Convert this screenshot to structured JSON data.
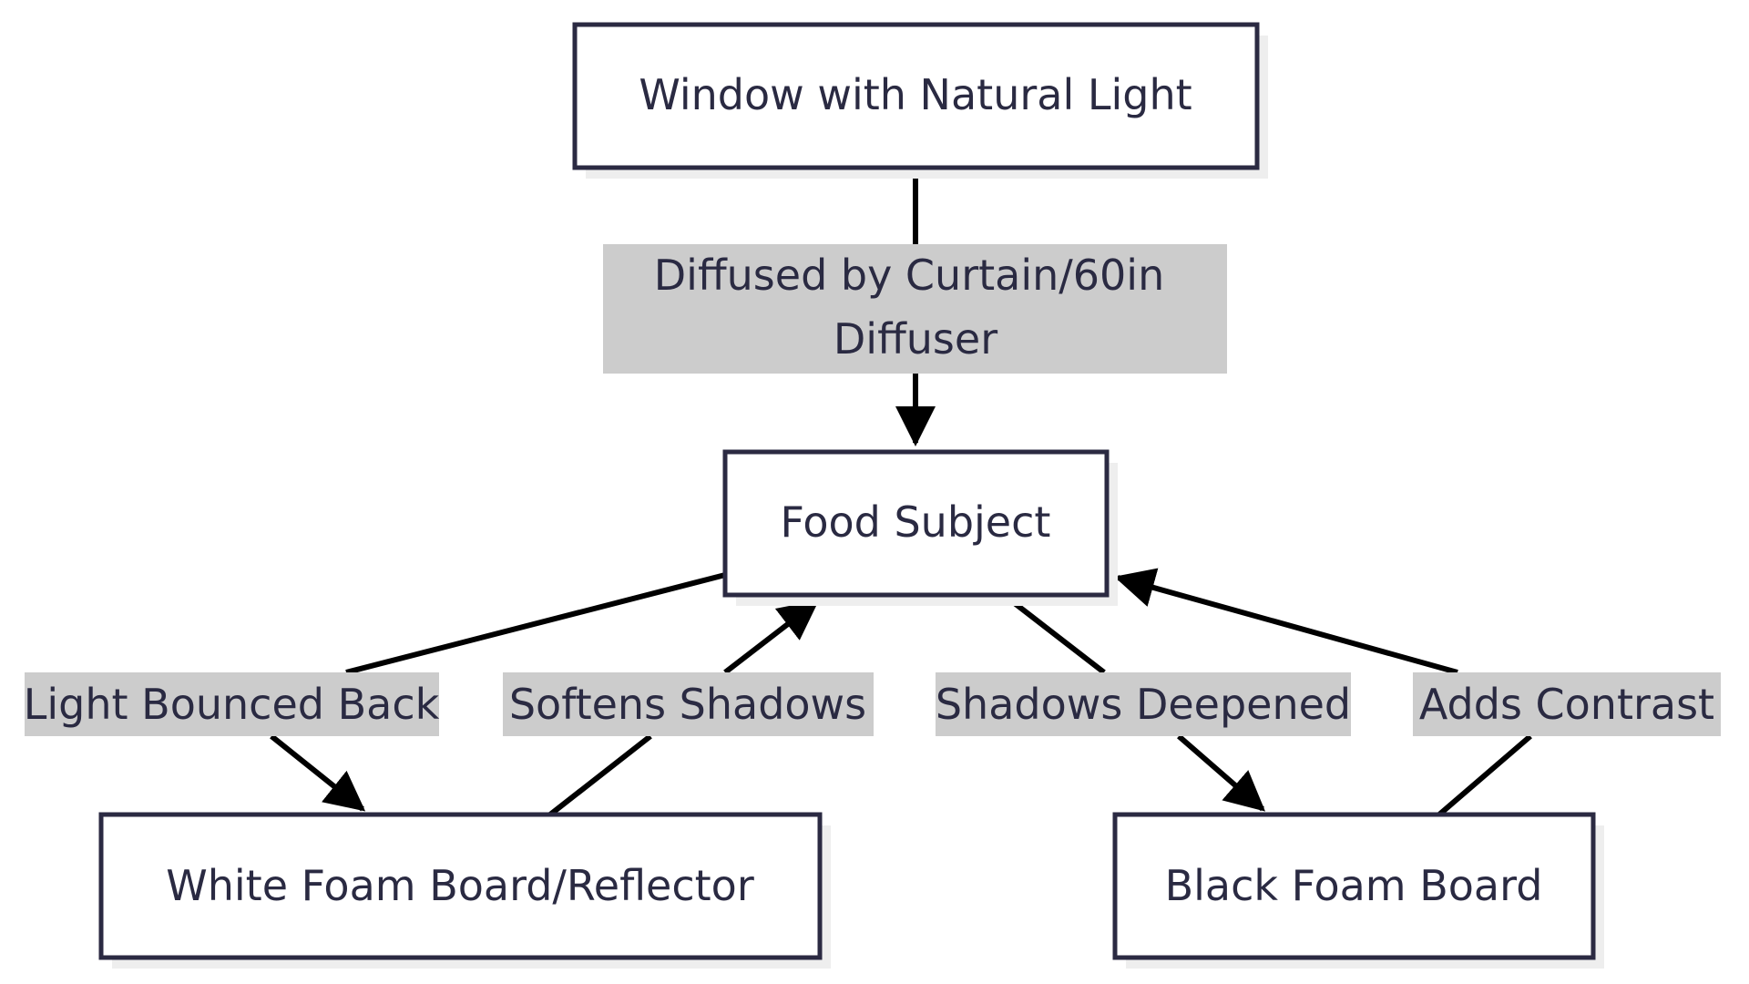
{
  "diagram": {
    "colors": {
      "node_border": "#2b2a42",
      "node_fill": "#ffffff",
      "node_shadow": "#eeeeee",
      "edge_label_bg": "#cccccc",
      "text": "#2a2a42",
      "edge": "#000000"
    },
    "nodes": [
      {
        "id": "window",
        "label": "Window with Natural Light"
      },
      {
        "id": "food",
        "label": "Food Subject"
      },
      {
        "id": "white",
        "label": "White Foam Board/Reflector"
      },
      {
        "id": "black",
        "label": "Black Foam Board"
      }
    ],
    "edges": [
      {
        "from": "window",
        "to": "food",
        "label_lines": [
          "Diffused by Curtain/60in",
          "Diffuser"
        ]
      },
      {
        "from": "food",
        "to": "white",
        "label_lines": [
          "Light Bounced Back"
        ]
      },
      {
        "from": "white",
        "to": "food",
        "label_lines": [
          "Softens Shadows"
        ]
      },
      {
        "from": "food",
        "to": "black",
        "label_lines": [
          "Shadows Deepened"
        ]
      },
      {
        "from": "black",
        "to": "food",
        "label_lines": [
          "Adds Contrast"
        ]
      }
    ]
  }
}
